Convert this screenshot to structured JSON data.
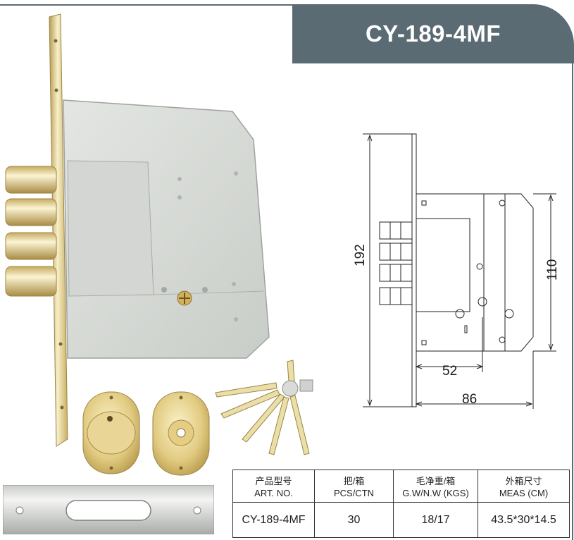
{
  "header": {
    "model_title": "CY-189-4MF"
  },
  "drawing": {
    "dimensions": {
      "overall_height": "192",
      "case_height": "110",
      "backset": "52",
      "case_depth": "86"
    }
  },
  "spec_table": {
    "columns": [
      {
        "zh": "产品型号",
        "en": "ART. NO."
      },
      {
        "zh": "把/箱",
        "en": "PCS/CTN"
      },
      {
        "zh": "毛净重/箱",
        "en": "G.W/N.W (KGS)"
      },
      {
        "zh": "外箱尺寸",
        "en": "MEAS (CM)"
      }
    ],
    "row": [
      "CY-189-4MF",
      "30",
      "18/17",
      "43.5*30*14.5"
    ]
  },
  "colors": {
    "banner": "#5b6b73",
    "lock_body": "#d9ddd9",
    "brass": "#e7d59a"
  }
}
